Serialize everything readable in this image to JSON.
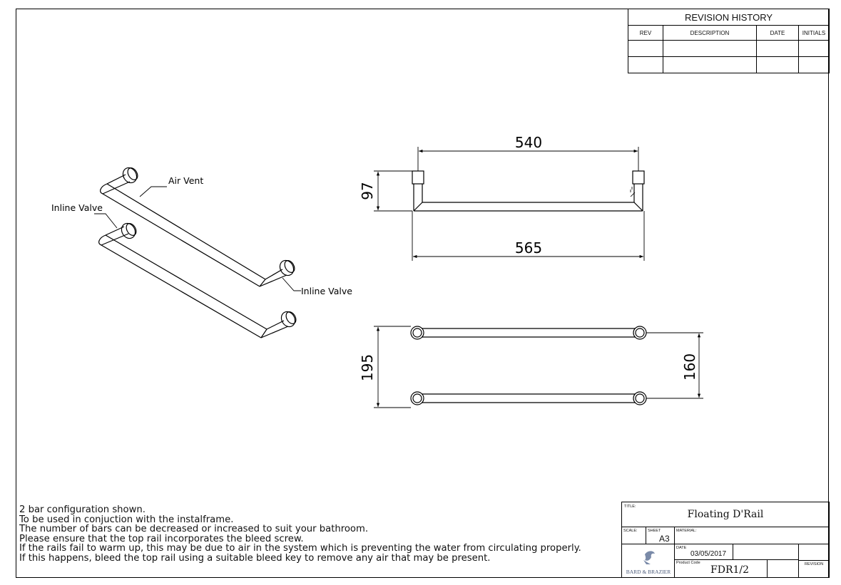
{
  "revision_history": {
    "title": "REVISION HISTORY",
    "columns": [
      "REV",
      "DESCRIPTION",
      "DATE",
      "INITIALS"
    ],
    "rows": [
      [
        "",
        "",
        "",
        ""
      ],
      [
        "",
        "",
        "",
        ""
      ]
    ]
  },
  "drawing": {
    "callouts": {
      "air_vent": "Air Vent",
      "inline_valve_left": "Inline Valve",
      "inline_valve_right": "Inline Valve"
    },
    "dimensions": {
      "top_width": "540",
      "height": "97",
      "bottom_width": "565",
      "outer_depth": "195",
      "inner_spacing": "160"
    }
  },
  "notes": [
    "2 bar configuration shown.",
    "To be used in conjuction with the instalframe.",
    "The number of bars can be decreased or increased to suit your bathroom.",
    "Please ensure that the top rail incorporates the bleed screw.",
    "If the rails fail to warm up, this may be due to air in the system which is preventing the water from circulating properly.",
    "If this happens, bleed the top rail using a suitable bleed key to remove any air that may be present."
  ],
  "title_block": {
    "title_label": "TITLE:",
    "title": "Floating D'Rail",
    "scale_label": "SCALE:",
    "sheet_label": "SHEET",
    "sheet": "A3",
    "material_label": "MATERIAL:",
    "date_label": "DATE",
    "date": "03/05/2017",
    "product_code_label": "Product Code",
    "product_code": "FDR1/2",
    "revision_label": "REVISION",
    "brand": "BARD & BRAZIER"
  }
}
